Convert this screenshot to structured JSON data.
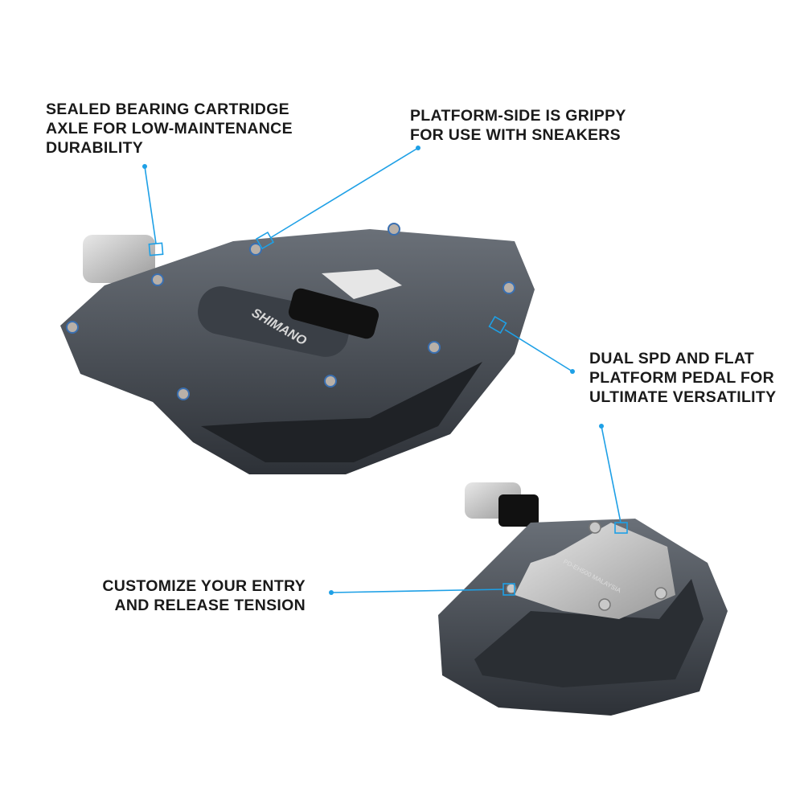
{
  "accent_color": "#1ea0e6",
  "brand_text": "SHIMANO",
  "model_text": "PD-EH500 MALAYSIA",
  "callouts": [
    {
      "lines": [
        "SEALED BEARING CARTRIDGE",
        "AXLE FOR LOW-MAINTENANCE",
        "DURABILITY"
      ]
    },
    {
      "lines": [
        "PLATFORM-SIDE IS GRIPPY",
        "FOR USE WITH SNEAKERS"
      ]
    },
    {
      "lines": [
        "DUAL SPD AND FLAT",
        "PLATFORM PEDAL FOR",
        "ULTIMATE VERSATILITY"
      ]
    },
    {
      "lines": [
        "CUSTOMIZE YOUR ENTRY",
        "AND RELEASE TENSION"
      ]
    }
  ]
}
